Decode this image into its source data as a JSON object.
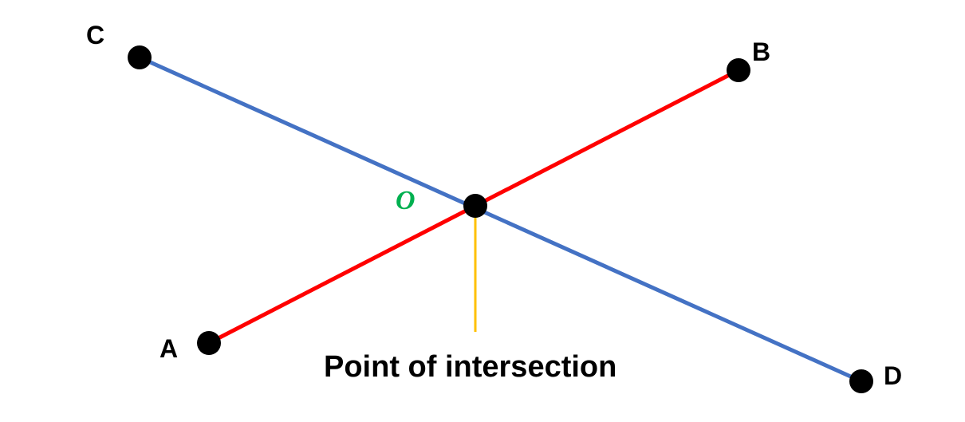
{
  "diagram": {
    "labels": {
      "a": "A",
      "b": "B",
      "c": "C",
      "d": "D",
      "o": "O"
    },
    "caption": "Point of intersection",
    "colors": {
      "segment_ab": "#ff0000",
      "segment_cd": "#4472c4",
      "pointer": "#ffc000",
      "point_o_label": "#00b050",
      "points": "#000000"
    }
  }
}
